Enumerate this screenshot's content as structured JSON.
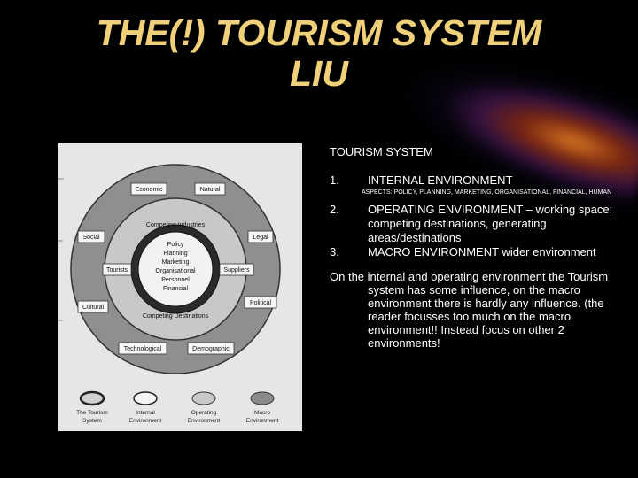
{
  "title": {
    "line1": "THE(!) TOURISM SYSTEM",
    "line2": "LIU"
  },
  "colors": {
    "title": "#f0d078",
    "background": "#000000",
    "text": "#ffffff"
  },
  "figure": {
    "sector_labels": [
      "Economic",
      "Natural",
      "Social",
      "Legal",
      "Tourists",
      "Suppliers",
      "Cultural",
      "Political",
      "Technological",
      "Demographic"
    ],
    "ring_labels": {
      "competing_industries": "Competing Industries",
      "competing_destinations": "Competing Destinations"
    },
    "core_lines": [
      "Policy",
      "Planning",
      "Marketing",
      "Organisational",
      "Personnel",
      "Financial"
    ],
    "legend": [
      {
        "label_line1": "The Tourism",
        "label_line2": "System"
      },
      {
        "label_line1": "Internal",
        "label_line2": "Environment"
      },
      {
        "label_line1": "Operating",
        "label_line2": "Environment"
      },
      {
        "label_line1": "Macro",
        "label_line2": "Environment"
      }
    ]
  },
  "panel": {
    "heading": "TOURISM SYSTEM",
    "items": [
      {
        "num": "1.",
        "text": "INTERNAL ENVIRONMENT"
      },
      {
        "num": "2.",
        "text": "OPERATING ENVIRONMENT – working space: competing destinations, generating areas/destinations"
      },
      {
        "num": "3.",
        "text": "MACRO ENVIRONMENT wider environment"
      }
    ],
    "aspects": "ASPECTS: POLICY, PLANNING, MARKETING, ORGANISATIONAL, FINANCIAL, HUMAN",
    "paragraph": "On the internal and operating environment the Tourism system has some influence, on the macro environment there is hardly any influence. (the reader focusses too much on the macro environment!! Instead focus on other 2 environments!"
  }
}
